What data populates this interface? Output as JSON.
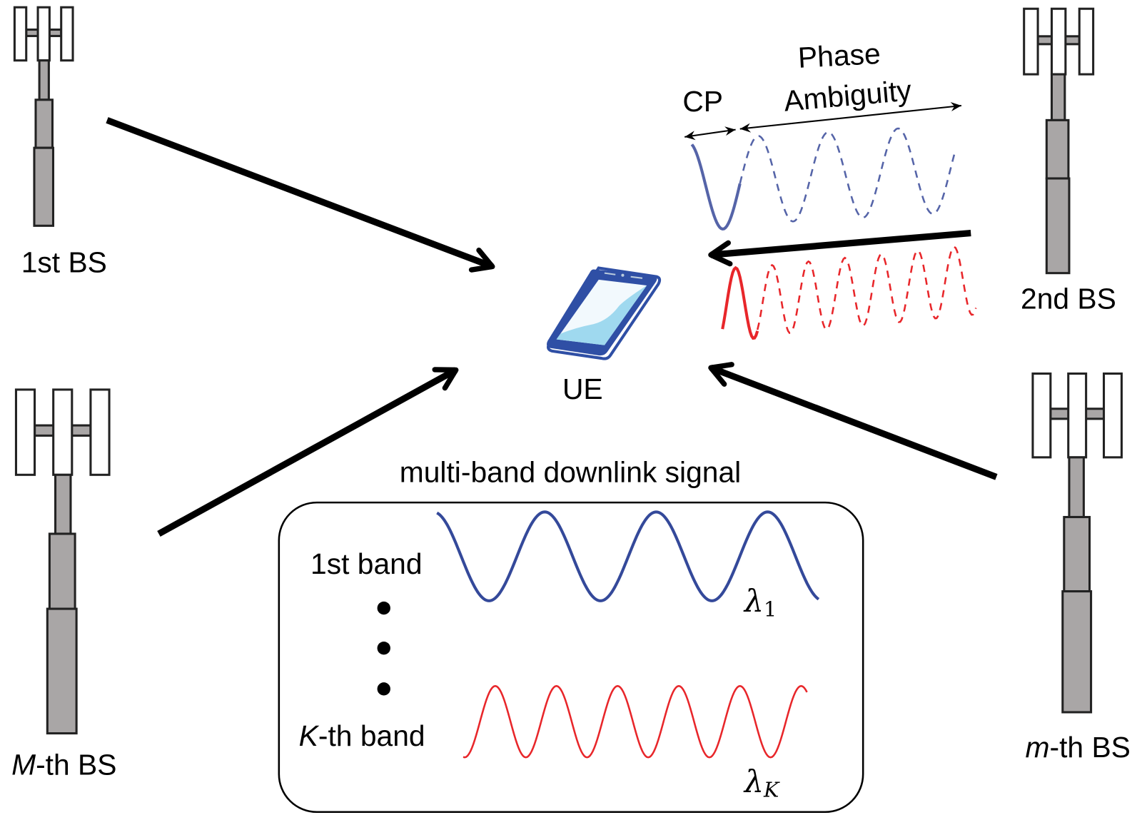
{
  "base_stations": [
    {
      "label_prefix": "",
      "label_suffix": "1st BS"
    },
    {
      "label_prefix": "",
      "label_suffix": "2nd BS"
    },
    {
      "label_prefix": "M",
      "label_suffix": "-th BS"
    },
    {
      "label_prefix": "m",
      "label_suffix": "-th BS"
    }
  ],
  "ue_label": "UE",
  "cp_label": "CP",
  "phase_ambiguity_line1": "Phase",
  "phase_ambiguity_line2": "Ambiguity",
  "box_title": "multi-band downlink signal",
  "band1_label": "1st band",
  "bandK_prefix": "K",
  "bandK_suffix": "-th band",
  "lambda1": {
    "symbol": "λ",
    "sub": "1"
  },
  "lambdaK": {
    "symbol": "λ",
    "sub": "K"
  },
  "colors": {
    "blue_band": "#34499a",
    "red_band": "#e8262a",
    "blue_dashed": "#5564a8",
    "tower_gray": "#a9a6a6",
    "phone_blue": "#2f4fa5",
    "screen": "#9fd9ef"
  }
}
